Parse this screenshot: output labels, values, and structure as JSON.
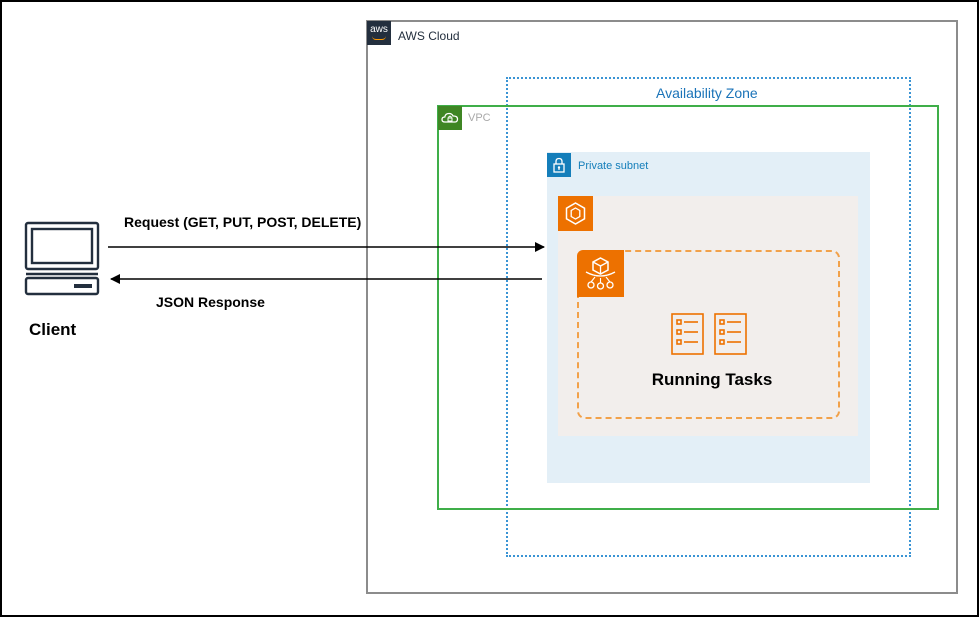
{
  "diagram": {
    "aws_cloud": {
      "label": "AWS Cloud",
      "logo_text": "aws",
      "icon": "aws-logo-icon",
      "border_color": "#8c8c8c"
    },
    "availability_zone": {
      "label": "Availability Zone",
      "border_color": "#3a94d4"
    },
    "vpc": {
      "label": "VPC",
      "icon": "vpc-cloud-icon",
      "color": "#3fae49"
    },
    "private_subnet": {
      "label": "Private subnet",
      "icon": "lock-icon",
      "color": "#147eba",
      "background": "#e3eff7"
    },
    "ecs_cluster": {
      "icon": "ecs-icon",
      "color": "#ed7100",
      "background": "#f2eeec"
    },
    "fargate_service": {
      "icon": "fargate-icon",
      "border_color": "#f2a14a"
    },
    "running_tasks": {
      "label": "Running Tasks",
      "icon": "task-list-icon"
    },
    "client": {
      "label": "Client",
      "icon": "computer-icon"
    },
    "request": {
      "label": "Request (GET, PUT, POST, DELETE)",
      "direction": "client-to-cluster"
    },
    "response": {
      "label": "JSON Response",
      "direction": "cluster-to-client"
    }
  }
}
